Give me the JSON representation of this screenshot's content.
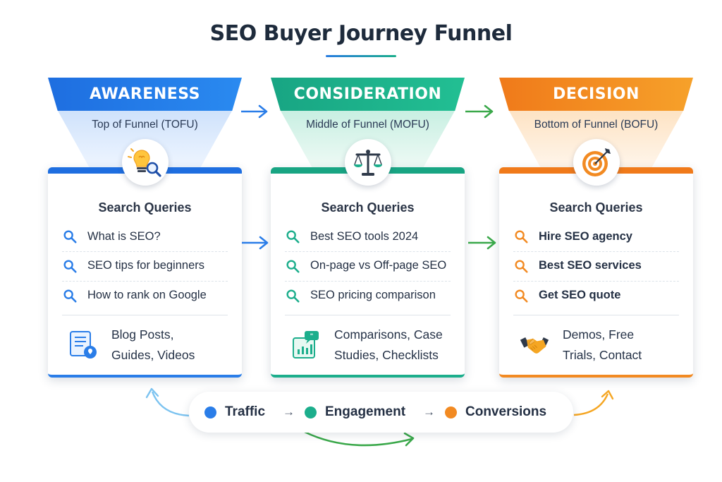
{
  "title": "SEO Buyer Journey Funnel",
  "colors": {
    "awareness": "#1e6ee0",
    "consideration": "#18a583",
    "decision": "#f07a1a"
  },
  "stages": [
    {
      "name": "AWARENESS",
      "subtitle": "Top of Funnel (TOFU)",
      "icon": "lightbulb-search-icon",
      "queries_title": "Search Queries",
      "queries": [
        "What is SEO?",
        "SEO tips for beginners",
        "How to rank on Google"
      ],
      "content_icon": "blog-document-icon",
      "content_line1": "Blog Posts,",
      "content_line2": "Guides, Videos"
    },
    {
      "name": "CONSIDERATION",
      "subtitle": "Middle of Funnel (MOFU)",
      "icon": "balance-scale-icon",
      "queries_title": "Search Queries",
      "queries": [
        "Best SEO tools 2024",
        "On-page vs Off-page SEO",
        "SEO pricing comparison"
      ],
      "content_icon": "comparison-chart-icon",
      "content_line1": "Comparisons, Case",
      "content_line2": "Studies, Checklists"
    },
    {
      "name": "DECISION",
      "subtitle": "Bottom of Funnel (BOFU)",
      "icon": "target-icon",
      "queries_title": "Search Queries",
      "queries": [
        "Hire SEO agency",
        "Best SEO services",
        "Get SEO quote"
      ],
      "content_icon": "handshake-icon",
      "content_line1": "Demos, Free",
      "content_line2": "Trials, Contact"
    }
  ],
  "legend": {
    "items": [
      {
        "label": "Traffic",
        "color": "#2a7de8"
      },
      {
        "label": "Engagement",
        "color": "#1cae8c"
      },
      {
        "label": "Conversions",
        "color": "#f28a22"
      }
    ],
    "separator": "→"
  }
}
